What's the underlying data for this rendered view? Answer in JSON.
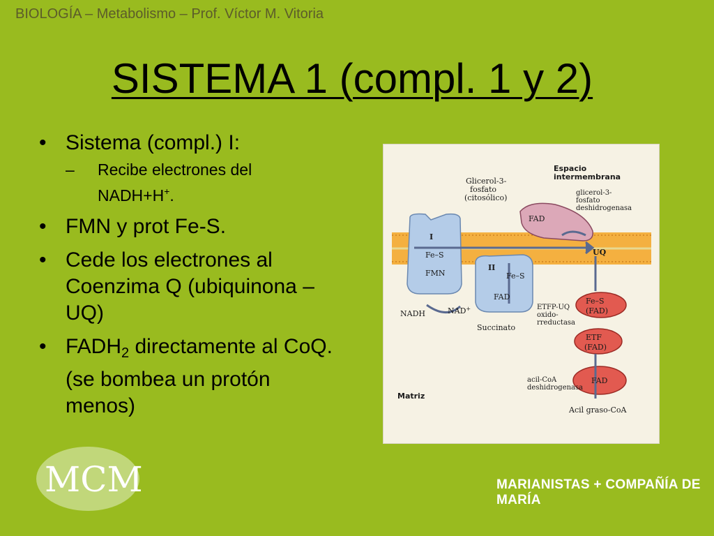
{
  "header": {
    "text": "BIOLOGÍA – Metabolismo – Prof. Víctor M. Vitoria"
  },
  "title": "SISTEMA 1 (compl. 1 y 2)",
  "bullets": {
    "b1": "Sistema (compl.) I:",
    "b1_sub_line1": "Recibe electrones del",
    "b1_sub_line2a": "NADH+H",
    "b1_sub_sup": "+",
    "b1_sub_line2b": ".",
    "b2": "FMN y prot Fe-S.",
    "b3": "Cede los electrones al Coenzima Q (ubiquinona – UQ)",
    "b4a": "FADH",
    "b4_sub": "2",
    "b4b": " directamente al CoQ. (se bombea un protón menos)"
  },
  "diagram": {
    "espacio_line1": "Espacio",
    "espacio_line2": "intermembrana",
    "glicerol_line1": "Glicerol-3-",
    "glicerol_line2": "fosfato",
    "glicerol_line3": "(citosólico)",
    "g3pdh_line1": "glicerol-3-",
    "g3pdh_line2": "fosfato",
    "g3pdh_line3": "deshidrogenasa",
    "fad_top": "FAD",
    "complex_I": "I",
    "fes_I": "Fe–S",
    "fmn": "FMN",
    "uq": "UQ",
    "complex_II": "II",
    "fes_II": "Fe–S",
    "fad_II": "FAD",
    "nadh": "NADH",
    "nad": "NAD",
    "nad_sup": "+",
    "succinato": "Succinato",
    "etfp_line1": "ETFP-UQ",
    "etfp_line2": "oxido-",
    "etfp_line3": "rreductasa",
    "fes_right": "Fe–S",
    "fad_right1": "(FAD)",
    "etf": "ETF",
    "fad_right2": "(FAD)",
    "acil_line1": "acil-CoA",
    "acil_line2": "deshidrogenasa",
    "fad_bottom": "FAD",
    "matriz": "Matriz",
    "acil_graso": "Acil graso-CoA"
  },
  "logo": {
    "text": "MCM"
  },
  "footer": {
    "brand": "MARIANISTAS + COMPAÑÍA DE MARÍA"
  },
  "colors": {
    "background": "#99bb1f",
    "membrane_orange": "#f0a030",
    "complex_blue": "#a8c4e4",
    "etf_red": "#e05048",
    "g3pdh_pink": "#d8a0b0"
  }
}
